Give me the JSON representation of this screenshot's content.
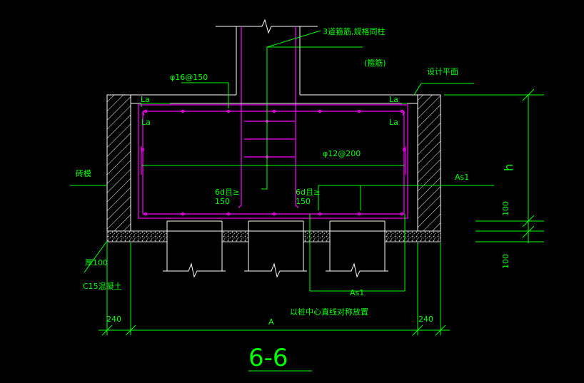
{
  "colors": {
    "background": "#000000",
    "dimension": "#00ff00",
    "text": "#00ff00",
    "wall": "#ffffff",
    "rebar": "#ff00ff",
    "concrete_fill": "#cccccc",
    "rebar_point": "#ff00ff"
  },
  "labels": {
    "stirrups_note": "3道箍筋,规格同柱",
    "stirrup": "(箍筋)",
    "top_rebar": "φ16@150",
    "design_ground": "设计平面",
    "la_tl_top": "La",
    "la_tl_side": "La",
    "la_tr_top": "La",
    "la_tr_side": "La",
    "side_rebar": "φ12@200",
    "brick_mold": "砖模",
    "h": "h",
    "as1_right": "As1",
    "anchor_left_1": "6d且≥",
    "anchor_left_2": "150",
    "anchor_right_1": "6d且≥",
    "anchor_right_2": "150",
    "dim_100_upper": "100",
    "dim_100_lower": "100",
    "thick_1": "厚100",
    "thick_2": "C15混凝土",
    "as1_bottom": "As1",
    "pile_note": "以桩中心直线对称放置",
    "dim_240_left": "240",
    "dim_a": "A",
    "dim_240_right": "240",
    "section_title": "6-6"
  }
}
